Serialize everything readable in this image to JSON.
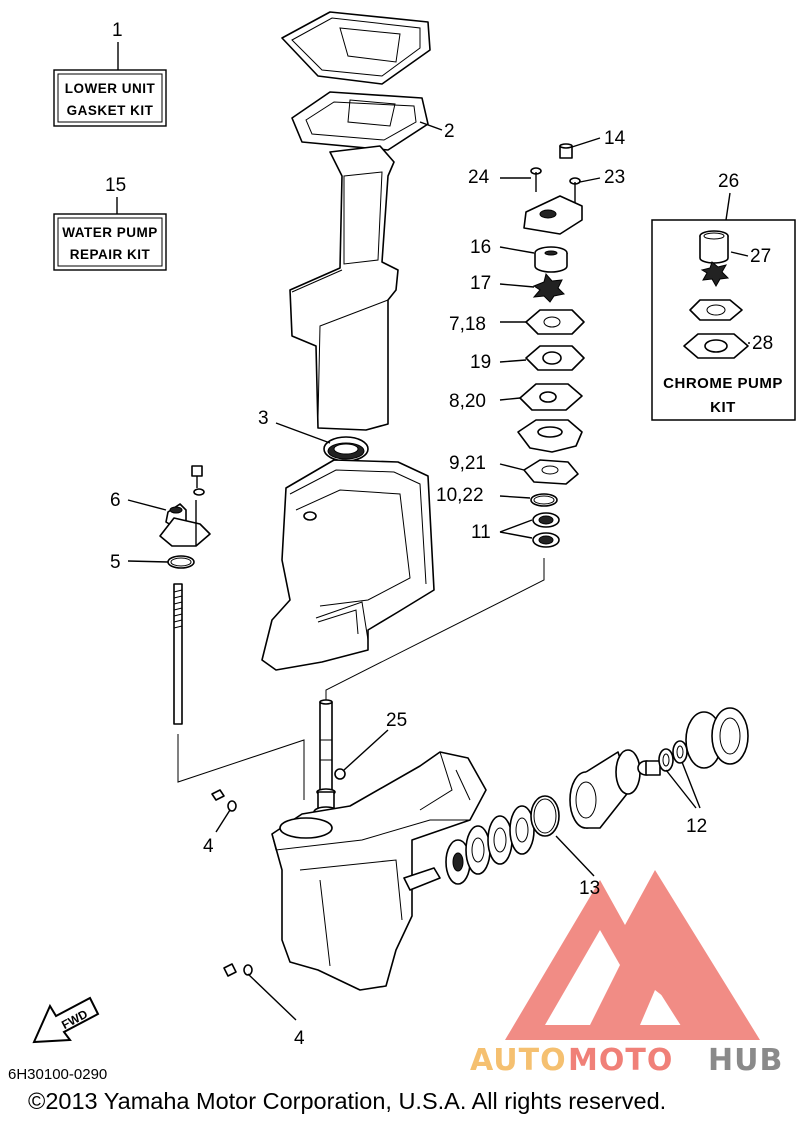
{
  "kit_boxes": {
    "gasket_kit": {
      "number": "1",
      "line1": "LOWER UNIT",
      "line2": "GASKET KIT"
    },
    "water_pump_kit": {
      "number": "15",
      "line1": "WATER PUMP",
      "line2": "REPAIR KIT"
    },
    "chrome_pump_kit": {
      "number": "26",
      "line1": "CHROME PUMP",
      "line2": "KIT"
    }
  },
  "callouts": {
    "c2": "2",
    "c3": "3",
    "c4a": "4",
    "c4b": "4",
    "c5": "5",
    "c6": "6",
    "c11": "11",
    "c12": "12",
    "c13": "13",
    "c14": "14",
    "c16": "16",
    "c17": "17",
    "c7_18": "7,18",
    "c19": "19",
    "c8_20": "8,20",
    "c9_21": "9,21",
    "c10_22": "10,22",
    "c23": "23",
    "c24": "24",
    "c25": "25",
    "c27": "27",
    "c28": "28"
  },
  "fwd_label": "FWD",
  "part_number": "6H30100-0290",
  "copyright": "©2013 Yamaha Motor Corporation, U.S.A. All rights reserved.",
  "watermark": {
    "part1": "AUTO",
    "part2": "MOTO",
    "part3": "HUB",
    "color_primary": "#f08078",
    "color_secondary": "#f5c070",
    "color_gray": "#8a8a8a"
  }
}
